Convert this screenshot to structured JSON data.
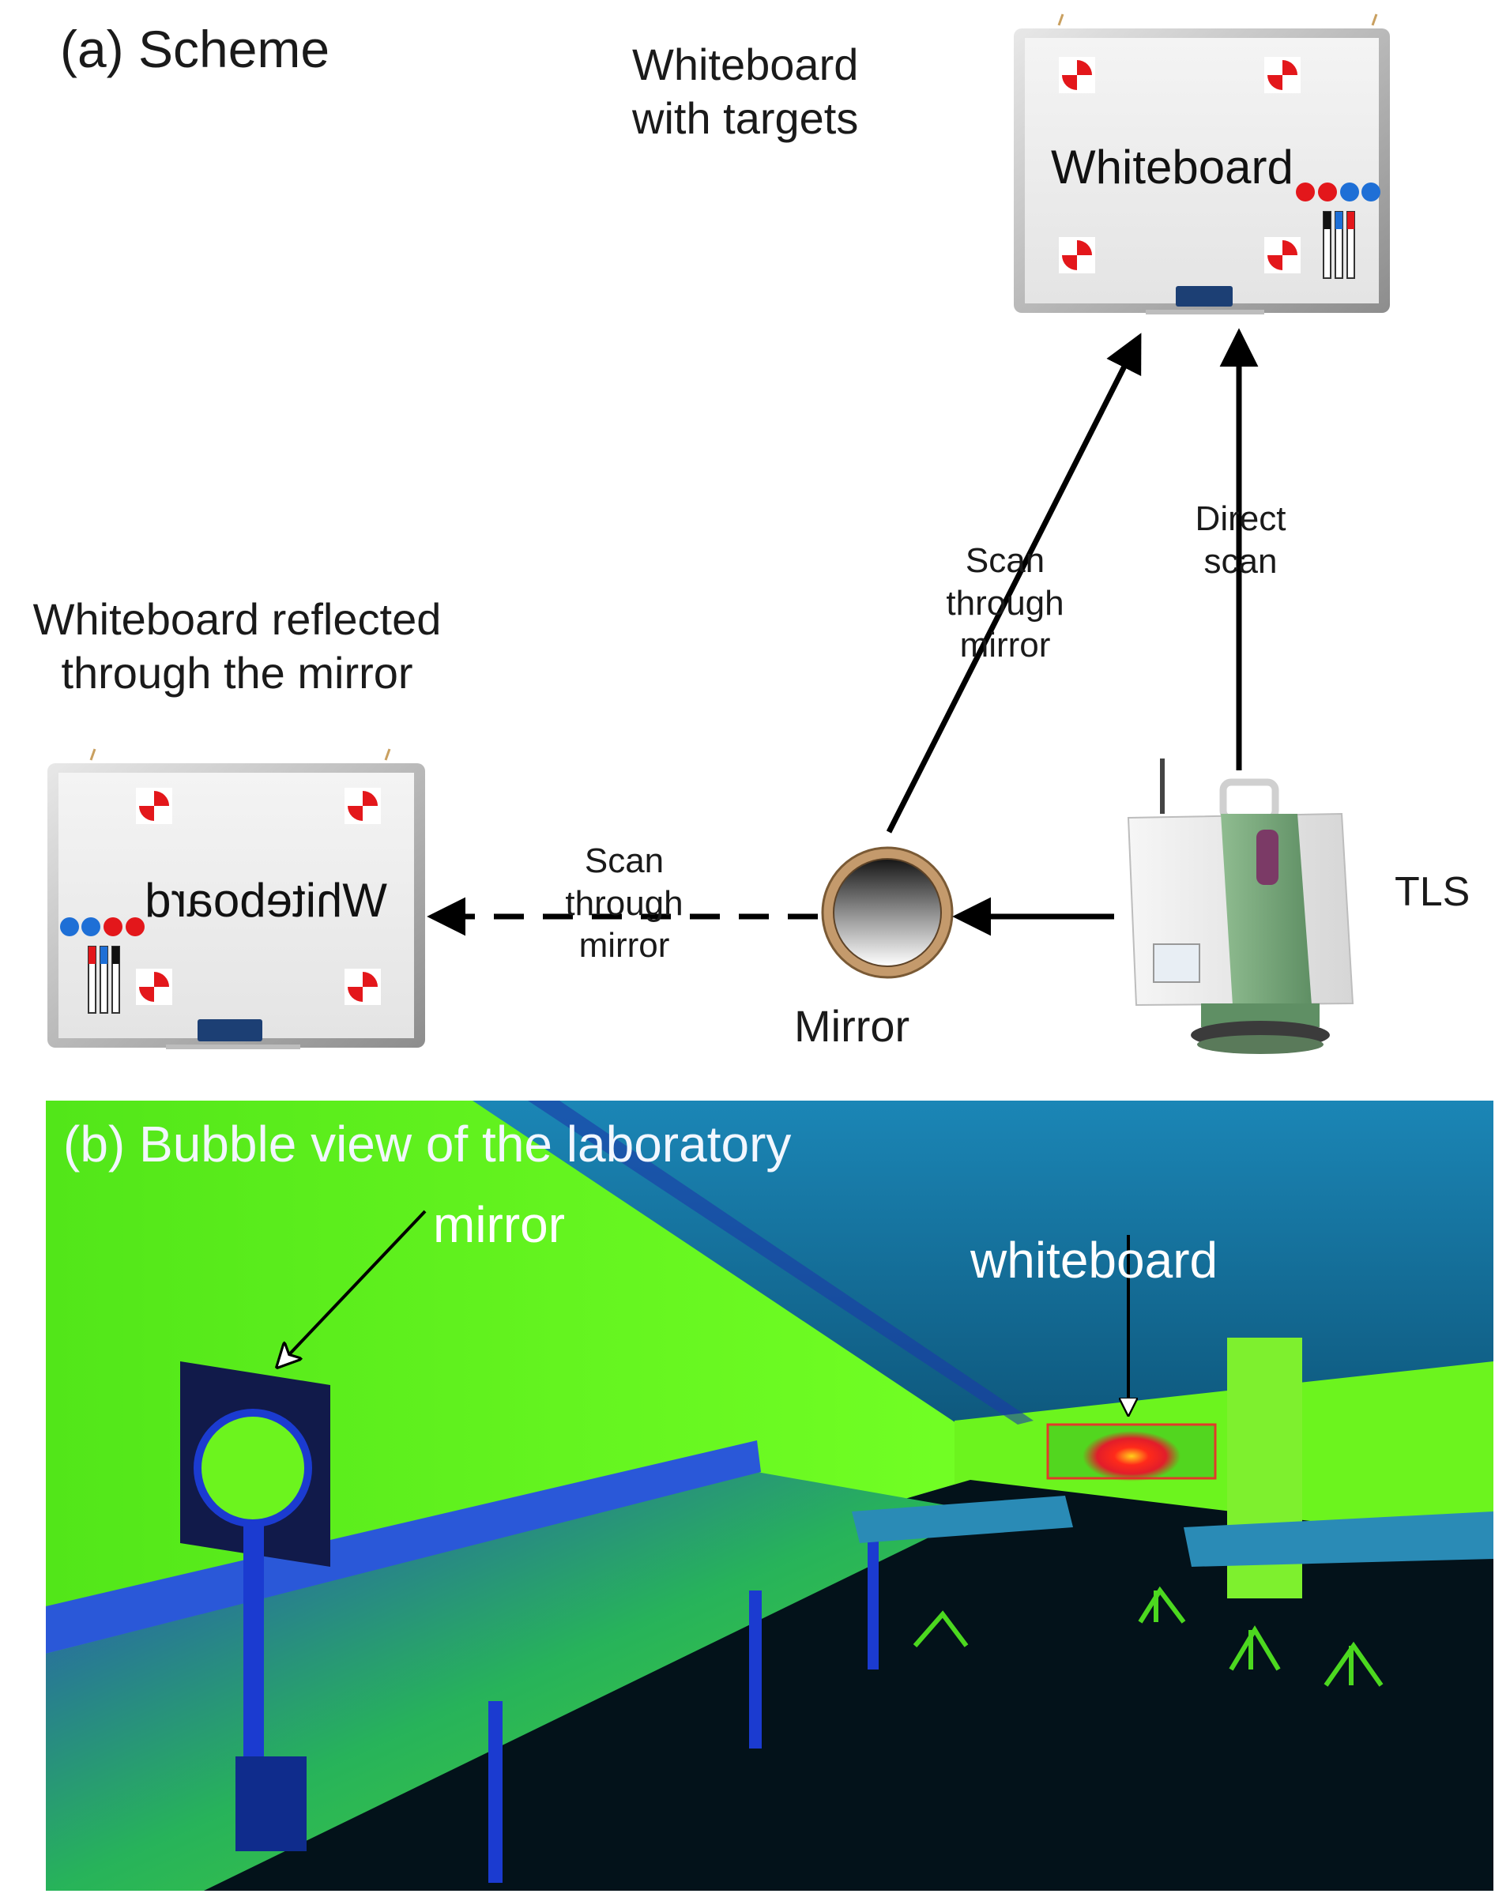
{
  "panel_a": {
    "title": "(a) Scheme",
    "whiteboard_caption": "Whiteboard\nwith targets",
    "whiteboard_word": "Whiteboard",
    "reflected_caption": "Whiteboard reflected\nthrough the mirror",
    "reflected_word": "Whiteboard",
    "direct_scan_label": "Direct\nscan",
    "scan_mirror_label_upper": "Scan\nthrough\nmirror",
    "scan_mirror_label_lower": "Scan\nthrough\nmirror",
    "tls_label": "TLS",
    "mirror_label": "Mirror"
  },
  "panel_b": {
    "title": "(b) Bubble view of the laboratory",
    "mirror_label": "mirror",
    "whiteboard_label": "whiteboard"
  },
  "colors": {
    "target_red": "#e3171b",
    "marker_blue": "#1e6fd6",
    "tls_green": "#7aa97e",
    "cloud_green": "#6dff1c",
    "cloud_blue": "#1a3ad6",
    "background_blue": "#0e6a9a"
  }
}
